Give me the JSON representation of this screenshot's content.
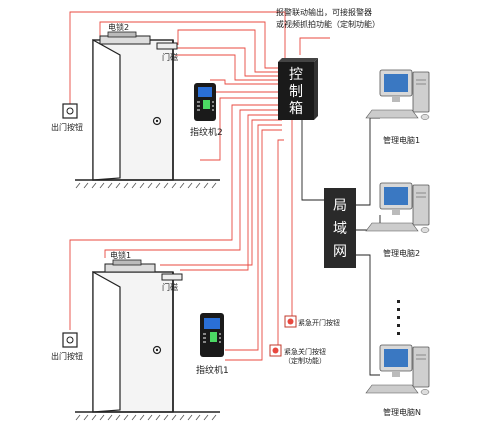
{
  "labels": {
    "lock_top": "电锁2",
    "magnet_top": "门磁",
    "exit_button_top": "出门按钮",
    "fingerprint_top": "指纹机2",
    "lock_bottom": "电锁1",
    "magnet_bottom": "门磁",
    "exit_button_bottom": "出门按钮",
    "fingerprint_bottom": "指纹机1",
    "control_box_line1": "控",
    "control_box_line2": "制",
    "control_box_line3": "箱",
    "alarm_note_line1": "报警联动输出，可接报警器",
    "alarm_note_line2": "或视频抓拍功能（定制功能）",
    "lan_line1": "局",
    "lan_line2": "域",
    "lan_line3": "网",
    "pc1": "管理电脑1",
    "pc2": "管理电脑2",
    "pcN": "管理电脑N",
    "emergency_open": "紧急开门按钮",
    "emergency_close_line1": "紧急关门按钮",
    "emergency_close_line2": "（定制功能）"
  },
  "colors": {
    "wire": "#e8483f",
    "black_wire": "#222222",
    "box": "#1a1a1a",
    "door_fill": "#f4f4f4",
    "screen_blue": "#2a6fd6"
  }
}
